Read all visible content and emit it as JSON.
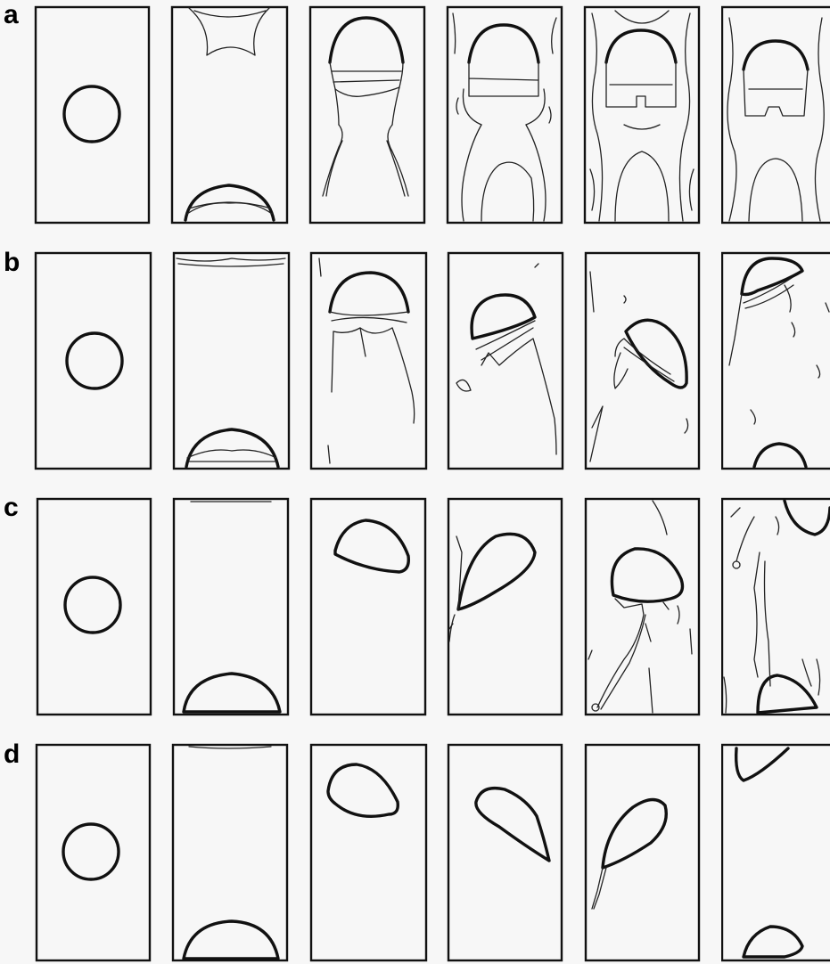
{
  "figure": {
    "rows": [
      {
        "label": "a"
      },
      {
        "label": "b"
      },
      {
        "label": "c"
      },
      {
        "label": "d"
      }
    ]
  }
}
